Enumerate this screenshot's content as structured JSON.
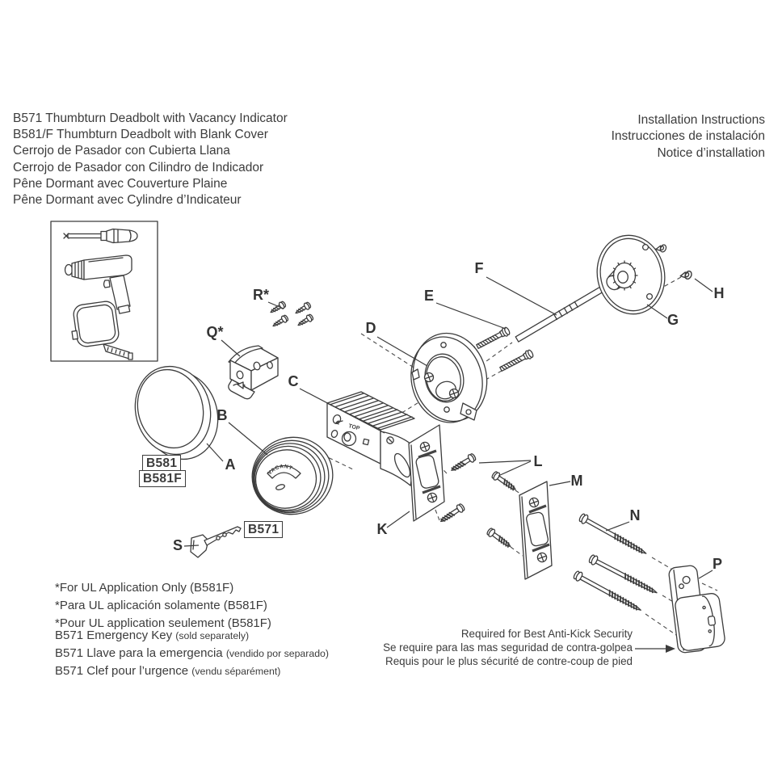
{
  "header": {
    "left_lines": [
      "B571 Thumbturn Deadbolt with Vacancy Indicator",
      "B581/F Thumbturn Deadbolt with Blank Cover",
      "Cerrojo de Pasador con Cubierta Llana",
      "Cerrojo de Pasador con Cilindro de Indicador",
      "Pêne Dormant avec Couverture Plaine",
      "Pêne Dormant avec Cylindre d’Indicateur"
    ],
    "right_lines": [
      "Installation Instructions",
      "Instrucciones de instalación",
      "Notice d’installation"
    ]
  },
  "diagram": {
    "part_labels": {
      "A": "A",
      "B": "B",
      "C": "C",
      "D": "D",
      "E": "E",
      "F": "F",
      "G": "G",
      "H": "H",
      "K": "K",
      "L": "L",
      "M": "M",
      "N": "N",
      "P": "P",
      "Q": "Q*",
      "R": "R*",
      "S": "S"
    },
    "model_boxes": {
      "b581": "B581",
      "b581f": "B581F",
      "b571": "B571"
    },
    "markings": {
      "vacant": "VACANT",
      "top": "TOP"
    }
  },
  "footnotes": {
    "ul_lines": [
      "*For UL Application Only (B581F)",
      "*Para UL aplicación solamente (B581F)",
      "*Pour UL application seulement (B581F)"
    ],
    "key_lines": [
      {
        "main": "B571 Emergency Key ",
        "note": "(sold separately)"
      },
      {
        "main": "B571 Llave para la emergencia ",
        "note": "(vendido por separado)"
      },
      {
        "main": "B571 Clef pour l’urgence ",
        "note": "(vendu séparément)"
      }
    ]
  },
  "anti_kick": {
    "lines": [
      "Required for Best Anti-Kick Security",
      "Se require para las mas seguridad de contra-golpea",
      "Requis pour le plus sécurité de contre-coup de pied"
    ]
  }
}
